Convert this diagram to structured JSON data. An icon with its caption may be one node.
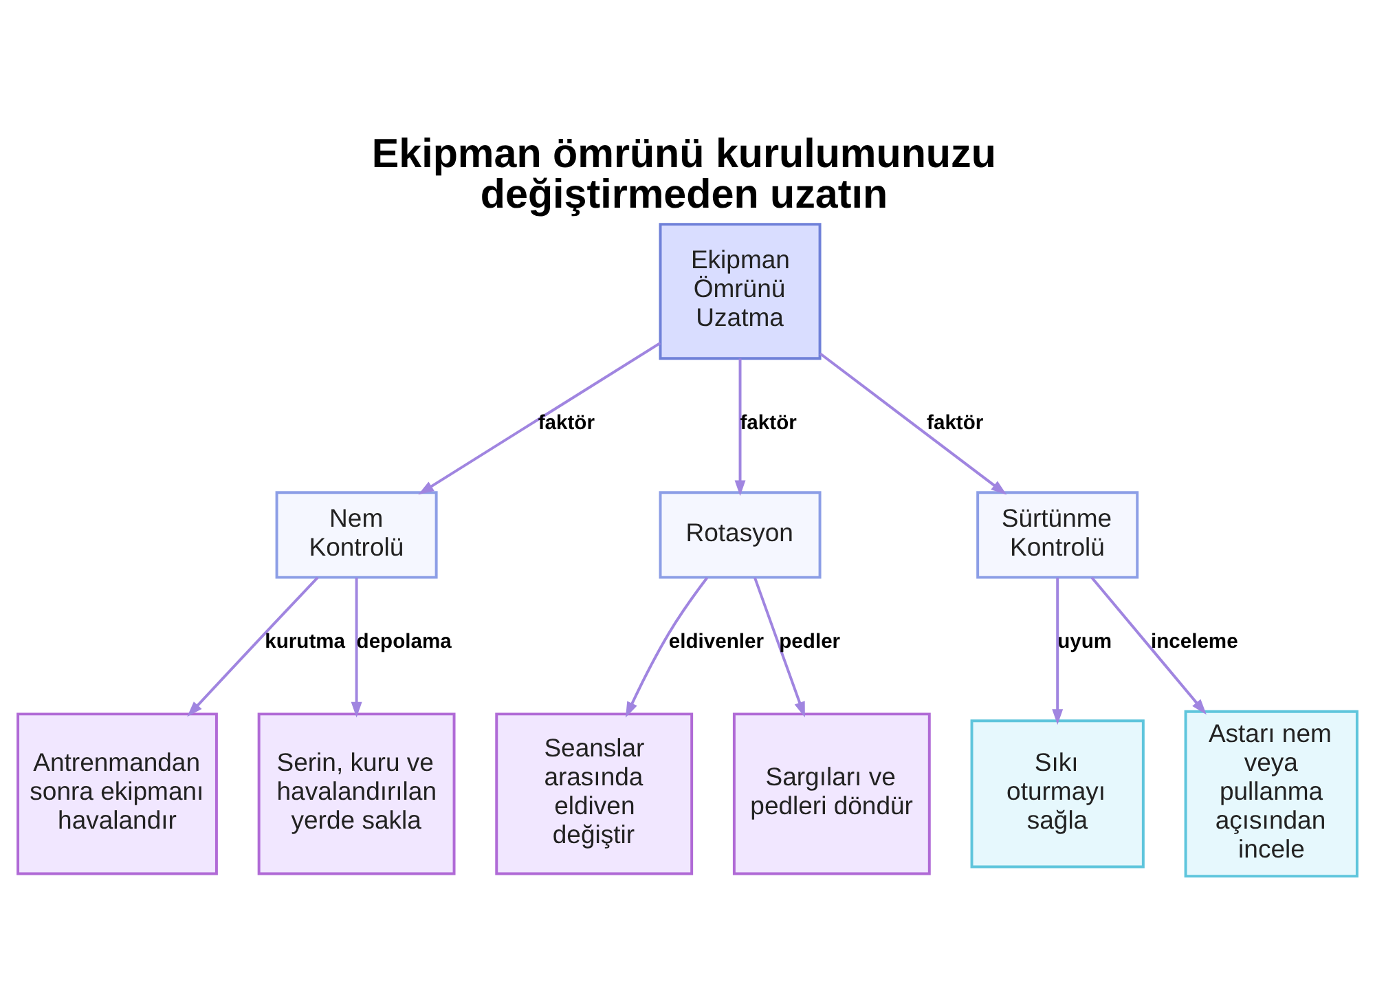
{
  "diagram": {
    "title": "Ekipman ömrünü kurulumunuzu değiştirmeden uzatın",
    "nodes": [
      {
        "text": [
          "Ekipman Ömrünü Uzatma"
        ]
      },
      {
        "text": [
          "Nem Kontrolü"
        ]
      },
      {
        "text": [
          "Rotasyon"
        ]
      },
      {
        "text": [
          "Sürtünme Kontrolü"
        ]
      },
      {
        "text": [
          "Antrenmandan sonra ekipmanı havalandır"
        ]
      },
      {
        "text": [
          "Serin, kuru ve havalandırılan yerde sakla"
        ]
      },
      {
        "text": [
          "Seanslar arasında eldiven değiştir"
        ]
      },
      {
        "text": [
          "Sargıları ve pedleri döndür"
        ]
      },
      {
        "text": [
          "Sıkı oturmayı sağla"
        ]
      },
      {
        "text": [
          "Astarı nem veya pullanma açısından incele"
        ]
      }
    ],
    "edges": [
      {
        "from": 0,
        "to": 1,
        "arrow": "to",
        "label": "faktör"
      },
      {
        "from": 0,
        "to": 2,
        "arrow": "to",
        "label": "faktör"
      },
      {
        "from": 0,
        "to": 3,
        "arrow": "to",
        "label": "faktör"
      },
      {
        "from": 1,
        "to": 4,
        "arrow": "to",
        "label": "kurutma"
      },
      {
        "from": 1,
        "to": 5,
        "arrow": "to",
        "label": "depolama"
      },
      {
        "from": 2,
        "to": 6,
        "arrow": "to",
        "label": "eldivenler"
      },
      {
        "from": 2,
        "to": 7,
        "arrow": "to",
        "label": "pedler"
      },
      {
        "from": 3,
        "to": 8,
        "arrow": "to",
        "label": "uyum"
      },
      {
        "from": 3,
        "to": 9,
        "arrow": "to",
        "label": "inceleme"
      }
    ]
  }
}
